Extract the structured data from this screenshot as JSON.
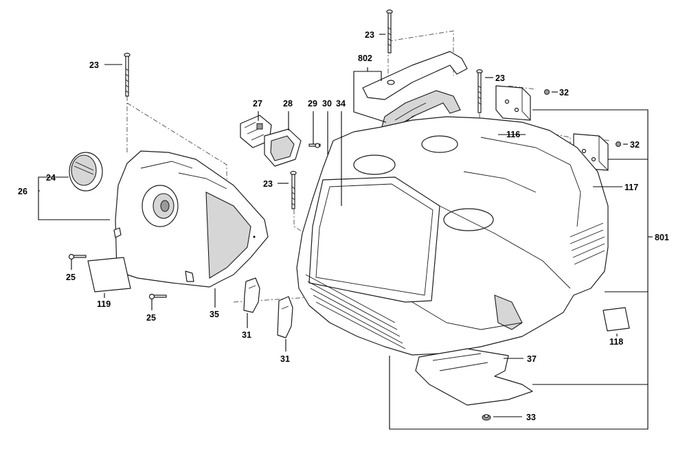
{
  "callouts": [
    {
      "id": "23a",
      "text": "23"
    },
    {
      "id": "23b",
      "text": "23"
    },
    {
      "id": "23c",
      "text": "23"
    },
    {
      "id": "23d",
      "text": "23"
    },
    {
      "id": "802",
      "text": "802"
    },
    {
      "id": "32a",
      "text": "32"
    },
    {
      "id": "32b",
      "text": "32"
    },
    {
      "id": "27",
      "text": "27"
    },
    {
      "id": "28",
      "text": "28"
    },
    {
      "id": "29",
      "text": "29"
    },
    {
      "id": "30",
      "text": "30"
    },
    {
      "id": "34",
      "text": "34"
    },
    {
      "id": "116",
      "text": "116"
    },
    {
      "id": "117",
      "text": "117"
    },
    {
      "id": "24",
      "text": "24"
    },
    {
      "id": "26",
      "text": "26"
    },
    {
      "id": "25a",
      "text": "25"
    },
    {
      "id": "25b",
      "text": "25"
    },
    {
      "id": "119",
      "text": "119"
    },
    {
      "id": "35",
      "text": "35"
    },
    {
      "id": "31a",
      "text": "31"
    },
    {
      "id": "31b",
      "text": "31"
    },
    {
      "id": "801",
      "text": "801"
    },
    {
      "id": "118",
      "text": "118"
    },
    {
      "id": "37",
      "text": "37"
    },
    {
      "id": "33",
      "text": "33"
    }
  ]
}
